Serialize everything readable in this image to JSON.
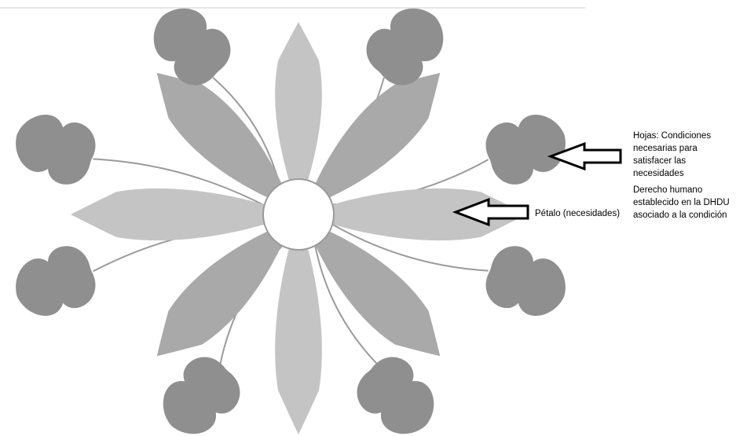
{
  "colors": {
    "background": "#ffffff",
    "petal_light": "#c4c4c4",
    "petal_medium": "#a9a9a9",
    "leaf": "#8f8f8f",
    "stem": "#9a9a9a",
    "center_fill": "#ffffff",
    "center_stroke": "#999999",
    "arrow_stroke": "#000000",
    "arrow_fill": "#ffffff",
    "text": "#000000"
  },
  "diagram": {
    "labels": {
      "leaves": "Hojas: Condiciones necesarias para satisfacer las necesidades",
      "right": "Derecho humano establecido en la DHDU asociado a la condición",
      "petal": "Pétalo (necesidades)"
    }
  }
}
